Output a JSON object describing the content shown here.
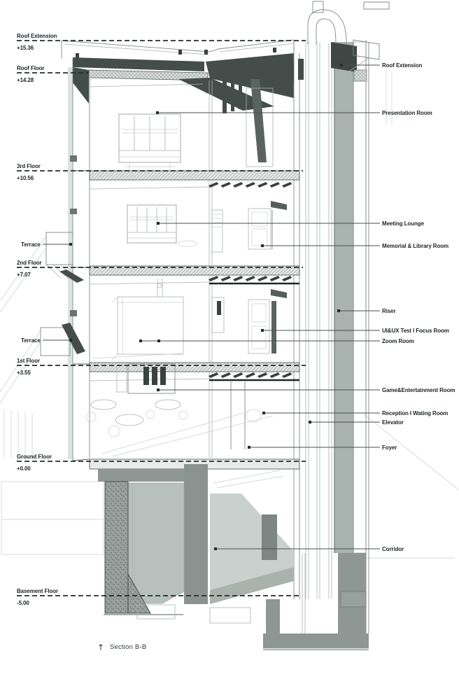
{
  "drawing_title": {
    "arrow": "↑",
    "label": "Section B-B"
  },
  "levels": [
    {
      "name": "Roof Extension",
      "elevation": "+15.36"
    },
    {
      "name": "Roof Floor",
      "elevation": "+14.28"
    },
    {
      "name": "3rd Floor",
      "elevation": "+10.56"
    },
    {
      "name": "2nd Floor",
      "elevation": "+7.07"
    },
    {
      "name": "1st Floor",
      "elevation": "+3.55"
    },
    {
      "name": "Ground Floor",
      "elevation": "+0.00"
    },
    {
      "name": "Basement Floor",
      "elevation": "-5.00"
    }
  ],
  "terraces": [
    "Terrace",
    "Terrace"
  ],
  "rooms": [
    "Roof Extension",
    "Presentation Room",
    "Meeting Lounge",
    "Memorial & Library Room",
    "Riser",
    "UI&UX Test I Focus Room",
    "Zoom Room",
    "Game&Entertainment Room",
    "Reception I Wating Room",
    "Elevator",
    "Foyer",
    "Corridor"
  ],
  "colors": {
    "ink": "#1d2326",
    "section_dark": "#454d4a",
    "shaft_band": "#a9b3af",
    "basement_gray": "#b8c0bd",
    "concrete_stipple": "#99a19e",
    "paper": "#ffffff"
  }
}
